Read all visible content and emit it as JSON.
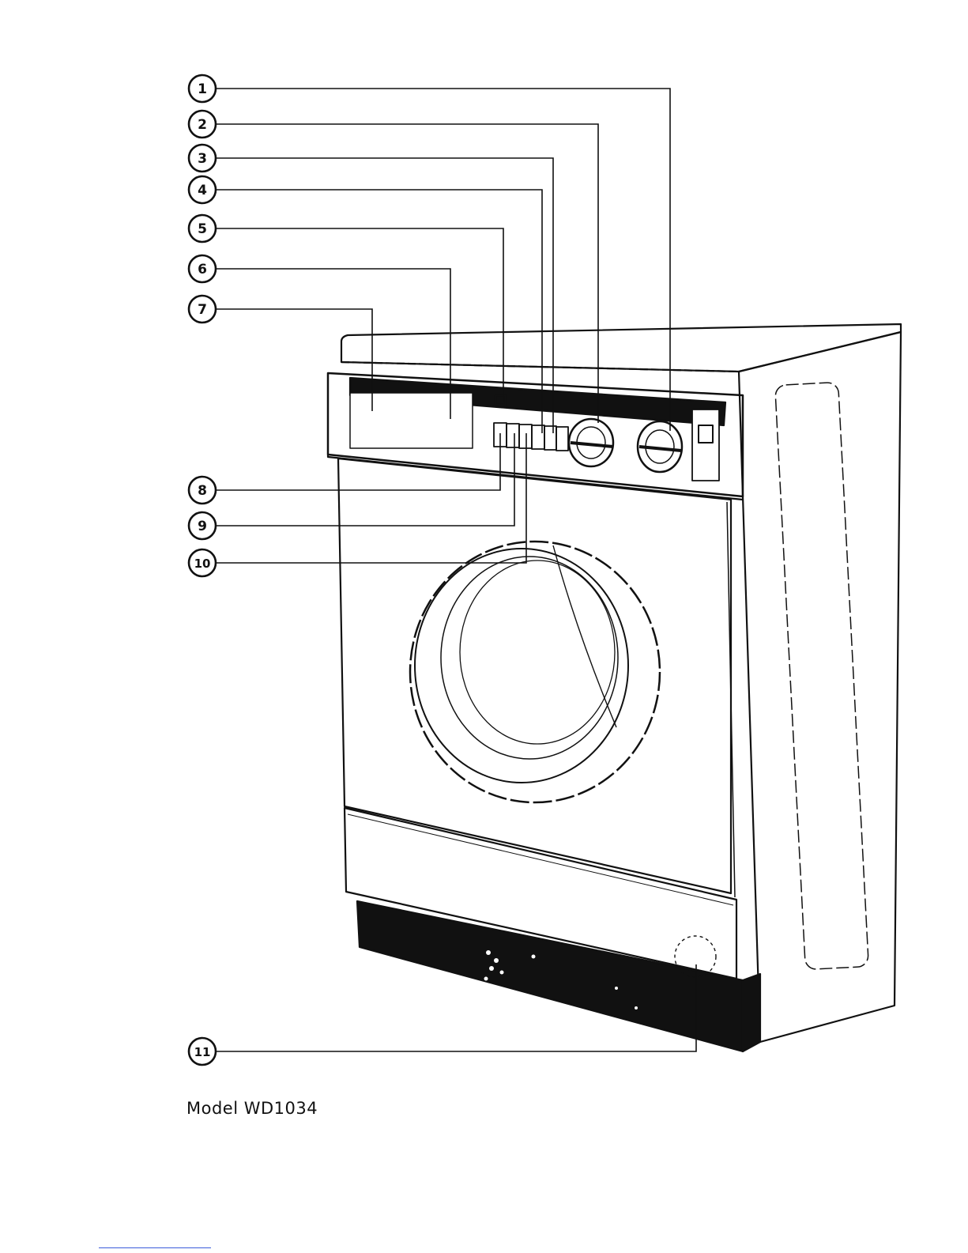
{
  "caption": "Model WD1034",
  "callouts": [
    "1",
    "2",
    "3",
    "4",
    "5",
    "6",
    "7",
    "8",
    "9",
    "10",
    "11"
  ],
  "colors": {
    "ink": "#111111",
    "paper": "#ffffff",
    "link": "#3b5bdb"
  }
}
